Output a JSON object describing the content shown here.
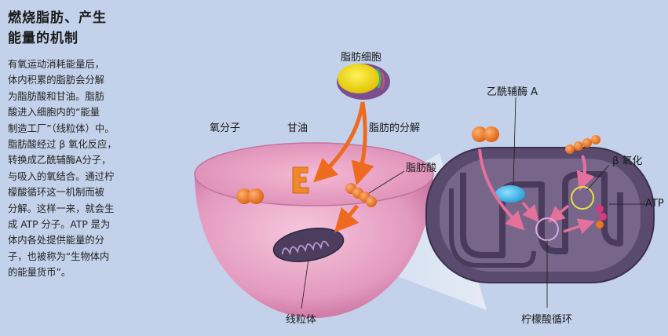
{
  "title": {
    "line1": "燃烧脂肪、产生",
    "line2": "能量的机制"
  },
  "body_lines": [
    "有氧运动消耗能量后，",
    "体内积累的脂肪会分解",
    "为脂肪酸和甘油。脂肪",
    "酸进入细胞内的“能量",
    "制造工厂”（线粒体）中。",
    "脂肪酸经过 β 氧化反应，",
    "转换成乙酰辅酶A分子，",
    "与吸入的氧结合。通过柠",
    "檬酸循环这一机制而被",
    "分解。这样一来，就会生",
    "成 ATP 分子。ATP 是为",
    "体内各处提供能量的分",
    "子，也被称为“生物体内",
    "的能量货币”。"
  ],
  "labels": {
    "fat_cell": "脂肪细胞",
    "oxygen": "氧分子",
    "glycerol": "甘油",
    "fat_breakdown": "脂肪的分解",
    "fatty_acid": "脂肪酸",
    "mitochondria": "线粒体",
    "acetyl_coa": "乙酰辅酶 A",
    "beta_oxidation": "β 氧化",
    "atp": "ATP",
    "citric_cycle": "柠檬酸循环"
  },
  "colors": {
    "background": "#c3d2ea",
    "cell": "#e89cc0",
    "mito_outer": "#5b4a6b",
    "arrow_orange": "#ee6a1f",
    "arrow_pink": "#e4709c",
    "molecule": "#e97722",
    "acetyl": "#3ab2e6"
  }
}
